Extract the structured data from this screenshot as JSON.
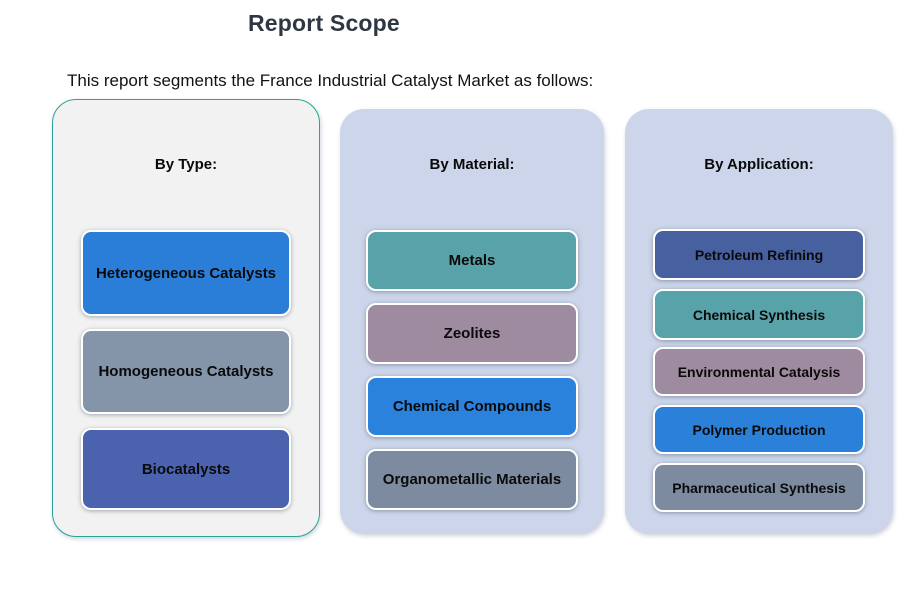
{
  "title": "Report Scope",
  "subtitle": "This report segments the France Industrial Catalyst Market as follows:",
  "colors": {
    "title_text": "#2e3842",
    "panel_type_bg": "#f2f2f2",
    "panel_type_border": "#2ba297",
    "panel_bg": "#ccd5ea",
    "box_border": "#ffffff"
  },
  "columns": [
    {
      "header": "By Type:",
      "items": [
        {
          "label": "Heterogeneous Catalysts",
          "color": "#2b7ed8"
        },
        {
          "label": "Homogeneous Catalysts",
          "color": "#8494a9"
        },
        {
          "label": "Biocatalysts",
          "color": "#4b63ae"
        }
      ]
    },
    {
      "header": "By Material:",
      "items": [
        {
          "label": "Metals",
          "color": "#58a3aa"
        },
        {
          "label": "Zeolites",
          "color": "#9f8b9f"
        },
        {
          "label": "Chemical Compounds",
          "color": "#2b82dd"
        },
        {
          "label": "Organometallic Materials",
          "color": "#7d8ba1"
        }
      ]
    },
    {
      "header": "By Application:",
      "items": [
        {
          "label": "Petroleum Refining",
          "color": "#47609f"
        },
        {
          "label": "Chemical Synthesis",
          "color": "#58a3aa"
        },
        {
          "label": "Environmental Catalysis",
          "color": "#9f8b9f"
        },
        {
          "label": "Polymer Production",
          "color": "#2b81d9"
        },
        {
          "label": "Pharmaceutical Synthesis",
          "color": "#7d8ba1"
        }
      ]
    }
  ]
}
